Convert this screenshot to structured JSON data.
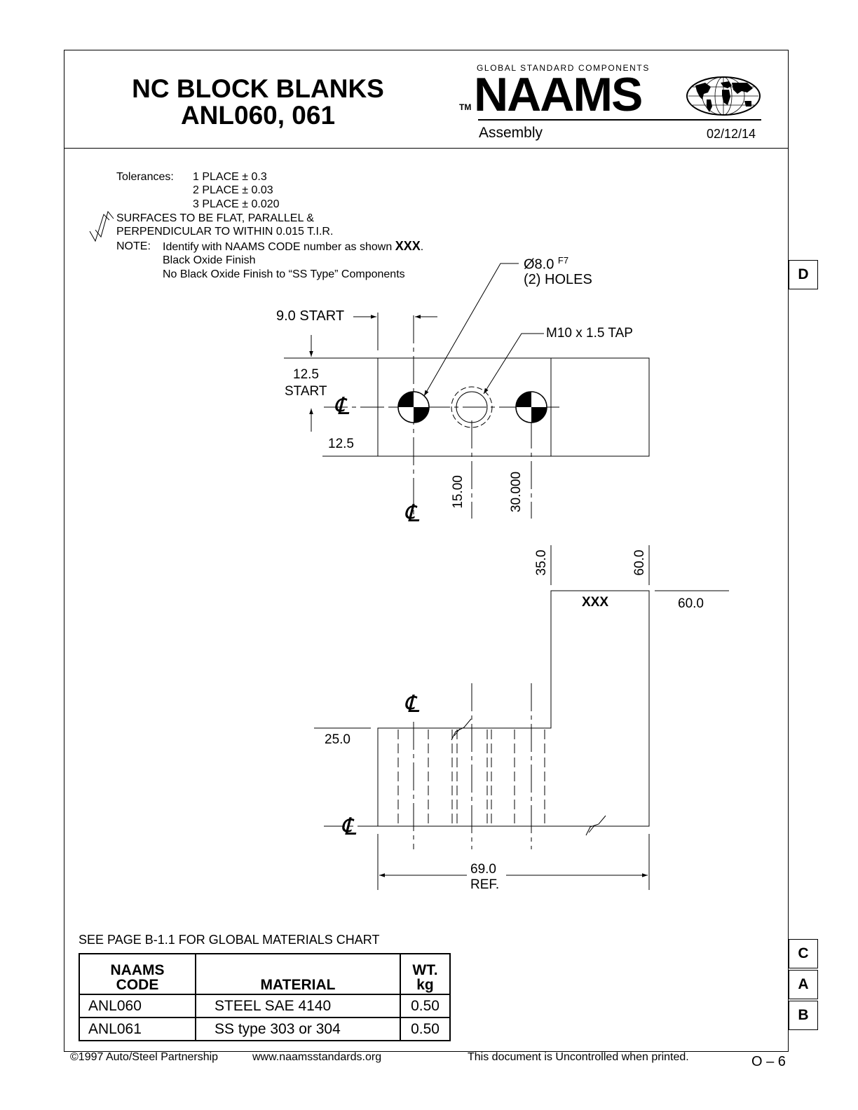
{
  "header": {
    "title_line1": "NC BLOCK BLANKS",
    "title_line2": "ANL060, 061",
    "brand_tagline": "GLOBAL STANDARD COMPONENTS",
    "brand_tm": "TM",
    "brand_name": "NAAMS",
    "section": "Assembly",
    "date": "02/12/14"
  },
  "notes": {
    "tolerances_label": "Tolerances:",
    "tol_1": "1 PLACE ± 0.3",
    "tol_2": "2 PLACE ± 0.03",
    "tol_3": "3 PLACE ± 0.020",
    "surfaces_1": "SURFACES TO BE FLAT, PARALLEL &",
    "surfaces_2": "PERPENDICULAR TO WITHIN 0.015 T.I.R.",
    "note_label": "NOTE:",
    "note_1_pre": "Identify with NAAMS CODE number as shown ",
    "note_1_bold": "XXX",
    "note_1_post": ".",
    "note_2": "Black Oxide Finish",
    "note_3": "No Black Oxide Finish to “SS Type” Components"
  },
  "drawing": {
    "hole_callout": "Ø8.0",
    "hole_fit": "F7",
    "hole_count": "(2) HOLES",
    "tap_callout": "M10 x 1.5 TAP",
    "start_x": "9.0 START",
    "start_y_1": "12.5",
    "start_y_2": "START",
    "dim_12_5": "12.5",
    "dim_15_00": "15.00",
    "dim_30_000": "30.000",
    "dim_35_0": "35.0",
    "dim_60_0_vert": "60.0",
    "dim_60_0": "60.0",
    "dim_25_0": "25.0",
    "dim_69_0": "69.0",
    "dim_ref": "REF.",
    "mark_xxx": "XXX",
    "centerline_symbol": "℄"
  },
  "materials": {
    "see_page": "SEE PAGE B-1.1 FOR GLOBAL MATERIALS CHART",
    "col_code_1": "NAAMS",
    "col_code_2": "CODE",
    "col_material": "MATERIAL",
    "col_wt_1": "WT.",
    "col_wt_2": "kg",
    "rows": [
      {
        "code": "ANL060",
        "material": "STEEL SAE 4140",
        "wt": "0.50"
      },
      {
        "code": "ANL061",
        "material": "SS type 303 or 304",
        "wt": "0.50"
      }
    ]
  },
  "tabs": {
    "d": "D",
    "c": "C",
    "a": "A",
    "b": "B"
  },
  "footer": {
    "copyright": "©1997 Auto/Steel Partnership",
    "website": "www.naamsstandards.org",
    "uncontrolled": "This document is Uncontrolled when printed.",
    "page": "O – 6"
  }
}
